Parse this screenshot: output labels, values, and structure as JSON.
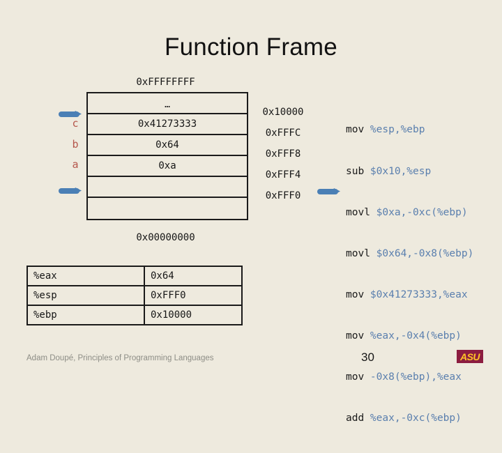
{
  "slide": {
    "title": "Function Frame",
    "number": "30",
    "footer": "Adam Doupé, Principles of Programming Languages",
    "logo_text": "ASU",
    "background_color": "#eeeade"
  },
  "stack": {
    "top_address": "0xFFFFFFFF",
    "bottom_address": "0x00000000",
    "rows": [
      {
        "value": "…"
      },
      {
        "value": "0x41273333"
      },
      {
        "value": "0x64"
      },
      {
        "value": "0xa"
      },
      {
        "value": ""
      },
      {
        "value": ""
      }
    ],
    "addresses": [
      "0x10000",
      "0xFFFC",
      "0xFFF8",
      "0xFFF4",
      "0xFFF0"
    ],
    "variables": [
      {
        "name": "c",
        "color": "#b5564b"
      },
      {
        "name": "b",
        "color": "#b5564b"
      },
      {
        "name": "a",
        "color": "#b5564b"
      }
    ],
    "pointer_color": "#4a7fb5"
  },
  "assembly": {
    "lines": [
      {
        "mnemonic": "mov ",
        "operands": "%esp,%ebp"
      },
      {
        "mnemonic": "sub ",
        "operands": "$0x10,%esp"
      },
      {
        "mnemonic": "movl ",
        "operands": "$0xa,-0xc(%ebp)"
      },
      {
        "mnemonic": "movl ",
        "operands": "$0x64,-0x8(%ebp)"
      },
      {
        "mnemonic": "mov ",
        "operands": "$0x41273333,%eax"
      },
      {
        "mnemonic": "mov ",
        "operands": "%eax,-0x4(%ebp)"
      },
      {
        "mnemonic": "mov ",
        "operands": "-0x8(%ebp),%eax"
      },
      {
        "mnemonic": "add ",
        "operands": "%eax,-0xc(%ebp)"
      }
    ],
    "operand_color": "#5a7fae"
  },
  "registers": {
    "rows": [
      {
        "name": "%eax",
        "value": "0x64"
      },
      {
        "name": "%esp",
        "value": "0xFFF0"
      },
      {
        "name": "%ebp",
        "value": "0x10000"
      }
    ]
  }
}
